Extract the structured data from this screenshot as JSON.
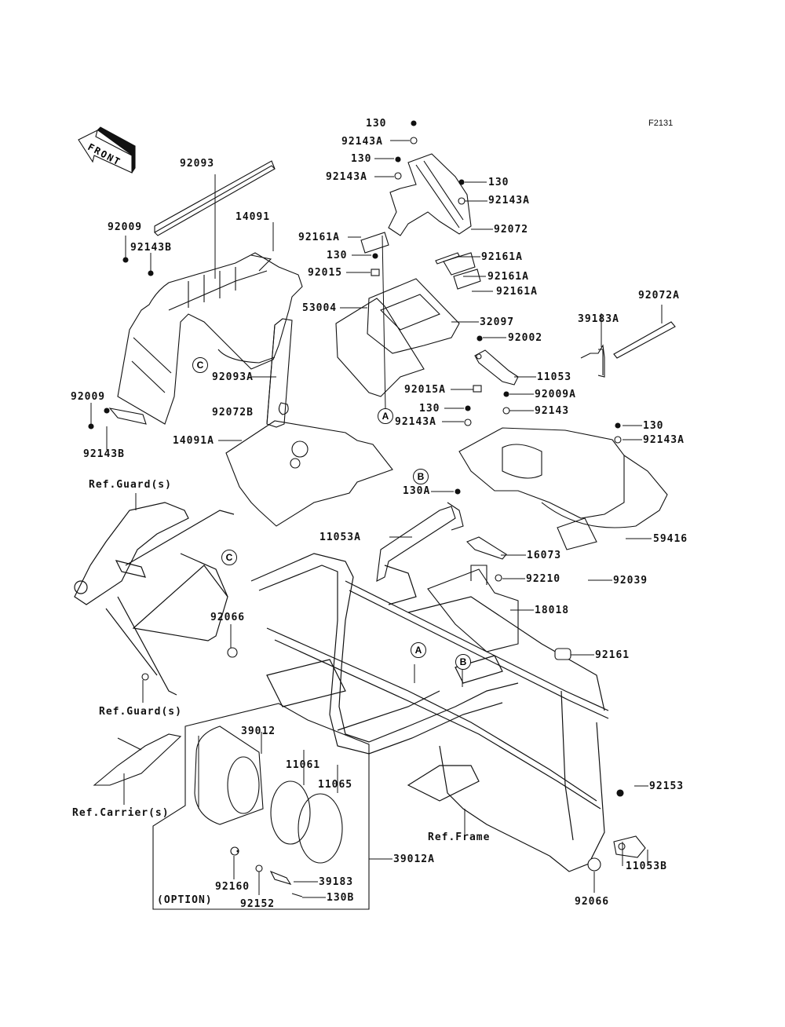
{
  "figure": {
    "code": "F2131",
    "front_indicator": "FRONT",
    "option_label": "(OPTION)"
  },
  "ref_markers": [
    "A",
    "B",
    "C"
  ],
  "references": {
    "guard_upper": "Ref.Guard(s)",
    "guard_lower": "Ref.Guard(s)",
    "carrier": "Ref.Carrier(s)",
    "frame": "Ref.Frame"
  },
  "parts": {
    "p130_1": "130",
    "p92143A_1": "92143A",
    "p130_2": "130",
    "p92143A_2": "92143A",
    "p130_3": "130",
    "p92143A_3": "92143A",
    "p92072": "92072",
    "p92161A_1": "92161A",
    "p130_4": "130",
    "p92161A_2": "92161A",
    "p92015": "92015",
    "p92161A_3": "92161A",
    "p92161A_4": "92161A",
    "p53004": "53004",
    "p32097": "32097",
    "p92002": "92002",
    "p11053": "11053",
    "p92015A": "92015A",
    "p92009A": "92009A",
    "p130_5": "130",
    "p92143": "92143",
    "p92143A_4": "92143A",
    "p130_6": "130",
    "p92143A_5": "92143A",
    "p39183A": "39183A",
    "p92072A": "92072A",
    "p92093": "92093",
    "p14091": "14091",
    "p92009_1": "92009",
    "p92143B_1": "92143B",
    "p92093A": "92093A",
    "p92009_2": "92009",
    "p92143B_2": "92143B",
    "p92072B": "92072B",
    "p14091A": "14091A",
    "p130A": "130A",
    "p11053A": "11053A",
    "p16073": "16073",
    "p59416": "59416",
    "p92210": "92210",
    "p92039": "92039",
    "p18018": "18018",
    "p92066_1": "92066",
    "p92161": "92161",
    "p39012": "39012",
    "p11061": "11061",
    "p11065": "11065",
    "p92153": "92153",
    "p39012A": "39012A",
    "p11053B": "11053B",
    "p92160": "92160",
    "p39183": "39183",
    "p130B": "130B",
    "p92152": "92152",
    "p92066_2": "92066"
  }
}
